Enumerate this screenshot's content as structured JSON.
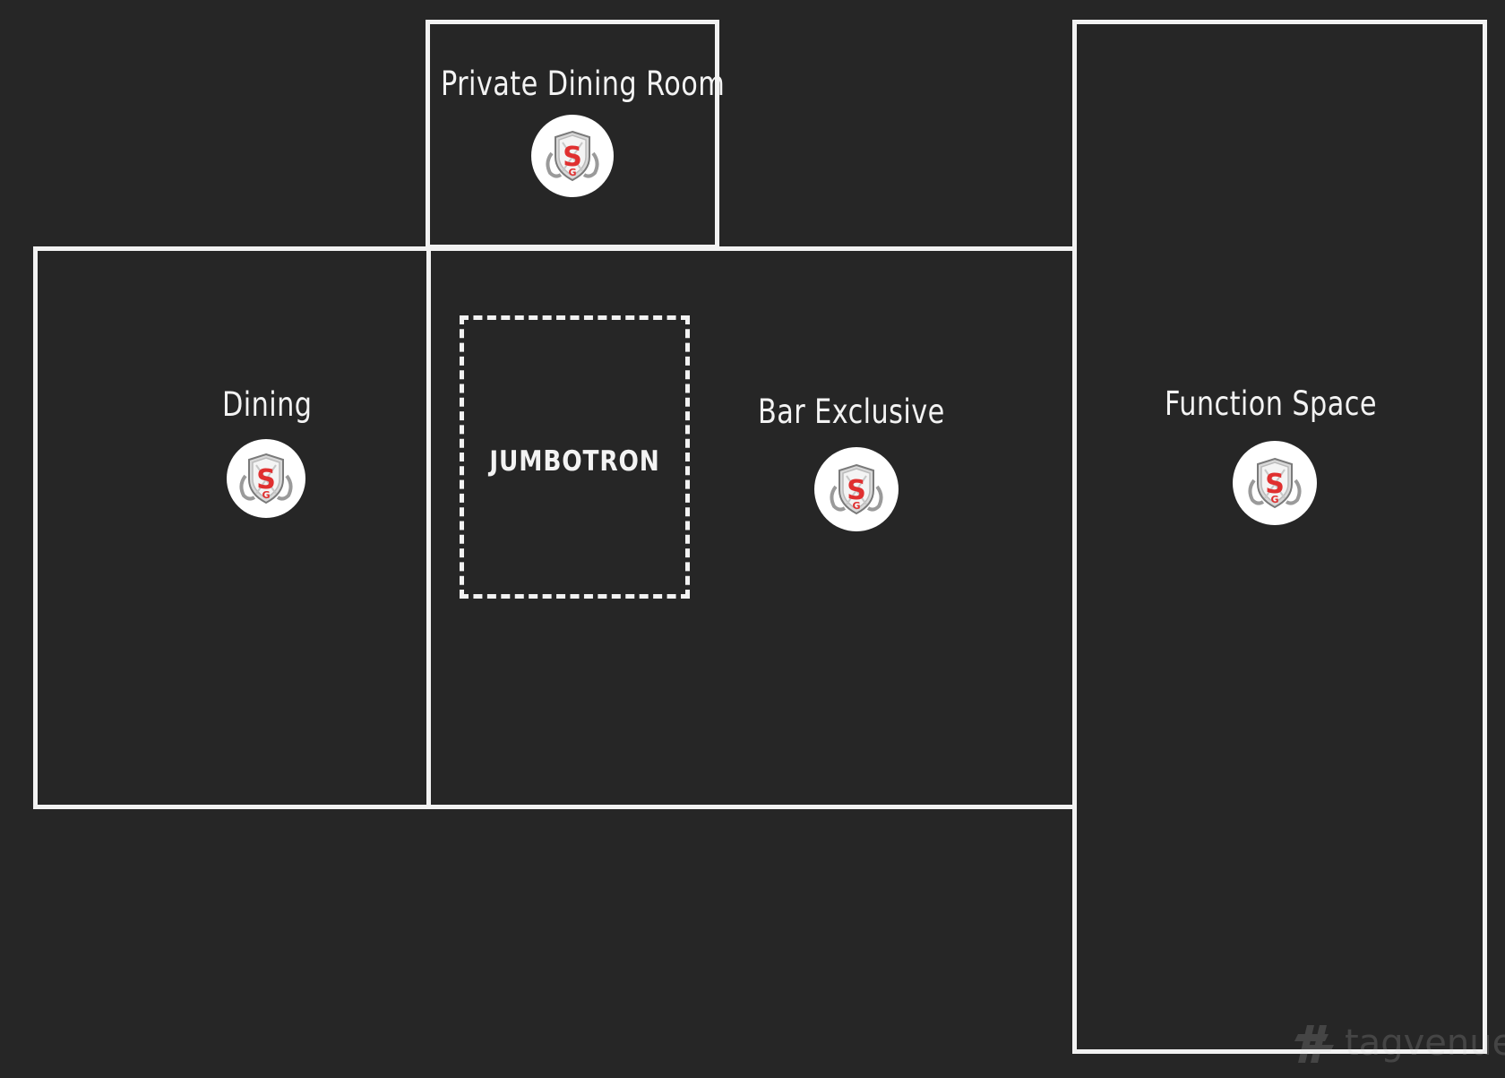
{
  "rooms": {
    "private_dining_room": {
      "label": "Private Dining Room"
    },
    "dining": {
      "label": "Dining"
    },
    "bar_exclusive": {
      "label": "Bar Exclusive"
    },
    "function_space": {
      "label": "Function Space"
    }
  },
  "jumbotron": {
    "label": "JUMBOTRON"
  },
  "watermark": {
    "text": "tagvenue",
    "icon": "tagvenue-logo-icon"
  },
  "colors": {
    "background": "#262626",
    "walls": "#f2f2f2",
    "logo_accent": "#e03030"
  },
  "venue_logo_icon": "shield-crest-icon"
}
